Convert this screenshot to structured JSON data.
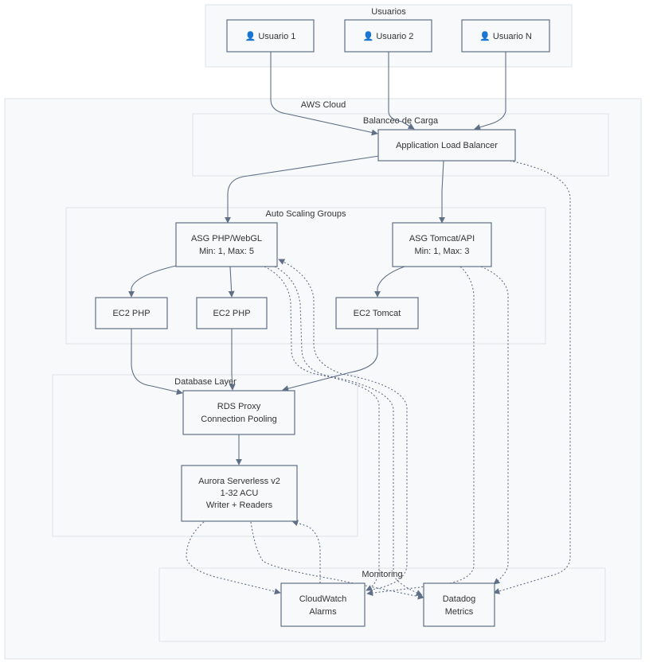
{
  "diagram": {
    "clusters": {
      "usuarios": "Usuarios",
      "aws_cloud": "AWS Cloud",
      "balanceo": "Balanceo de Carga",
      "asg": "Auto Scaling Groups",
      "database": "Database Layer",
      "monitoring": "Monitoring"
    },
    "nodes": {
      "u1": [
        "👤 Usuario 1"
      ],
      "u2": [
        "👤 Usuario 2"
      ],
      "un": [
        "👤 Usuario N"
      ],
      "alb": [
        "Application Load Balancer"
      ],
      "asg_php": [
        "ASG PHP/WebGL",
        "Min: 1, Max: 5"
      ],
      "asg_tomcat": [
        "ASG Tomcat/API",
        "Min: 1, Max: 3"
      ],
      "ec2_php1": [
        "EC2 PHP"
      ],
      "ec2_php2": [
        "EC2 PHP"
      ],
      "ec2_tomcat": [
        "EC2 Tomcat"
      ],
      "rds_proxy": [
        "RDS Proxy",
        "Connection Pooling"
      ],
      "aurora": [
        "Aurora Serverless v2",
        "1-32 ACU",
        "Writer + Readers"
      ],
      "cloudwatch": [
        "CloudWatch",
        "Alarms"
      ],
      "datadog": [
        "Datadog",
        "Metrics"
      ]
    }
  }
}
